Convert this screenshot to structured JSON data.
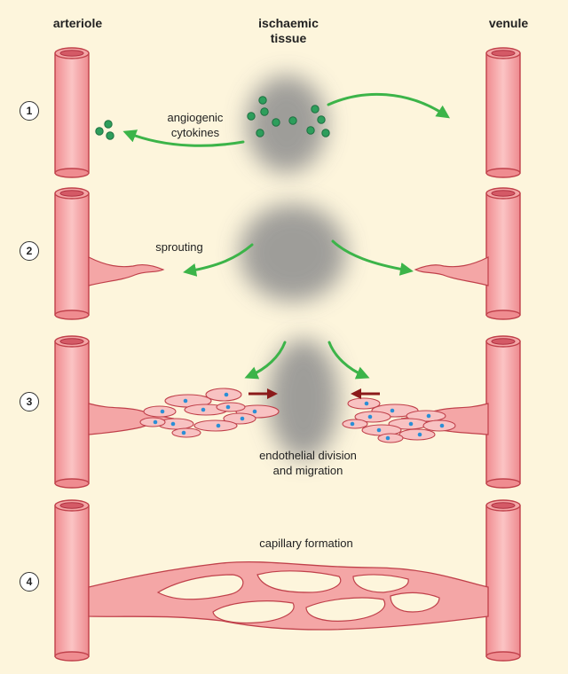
{
  "headers": {
    "left": "arteriole",
    "center": "ischaemic\ntissue",
    "right": "venule"
  },
  "steps": [
    {
      "number": "1",
      "label": "angiogenic\ncytokines"
    },
    {
      "number": "2",
      "label": "sprouting"
    },
    {
      "number": "3",
      "label": "endothelial division\nand migration"
    },
    {
      "number": "4",
      "label": "capillary formation"
    }
  ],
  "colors": {
    "background": "#fdf5dc",
    "vessel": "#f4a6a6",
    "vessel_outline": "#c0404a",
    "cytokine": "#2e9e5c",
    "arrow_green": "#3cb449",
    "arrow_red": "#8b1a1a",
    "tissue": "#8e8e8e",
    "nucleus": "#2a8fd6"
  }
}
